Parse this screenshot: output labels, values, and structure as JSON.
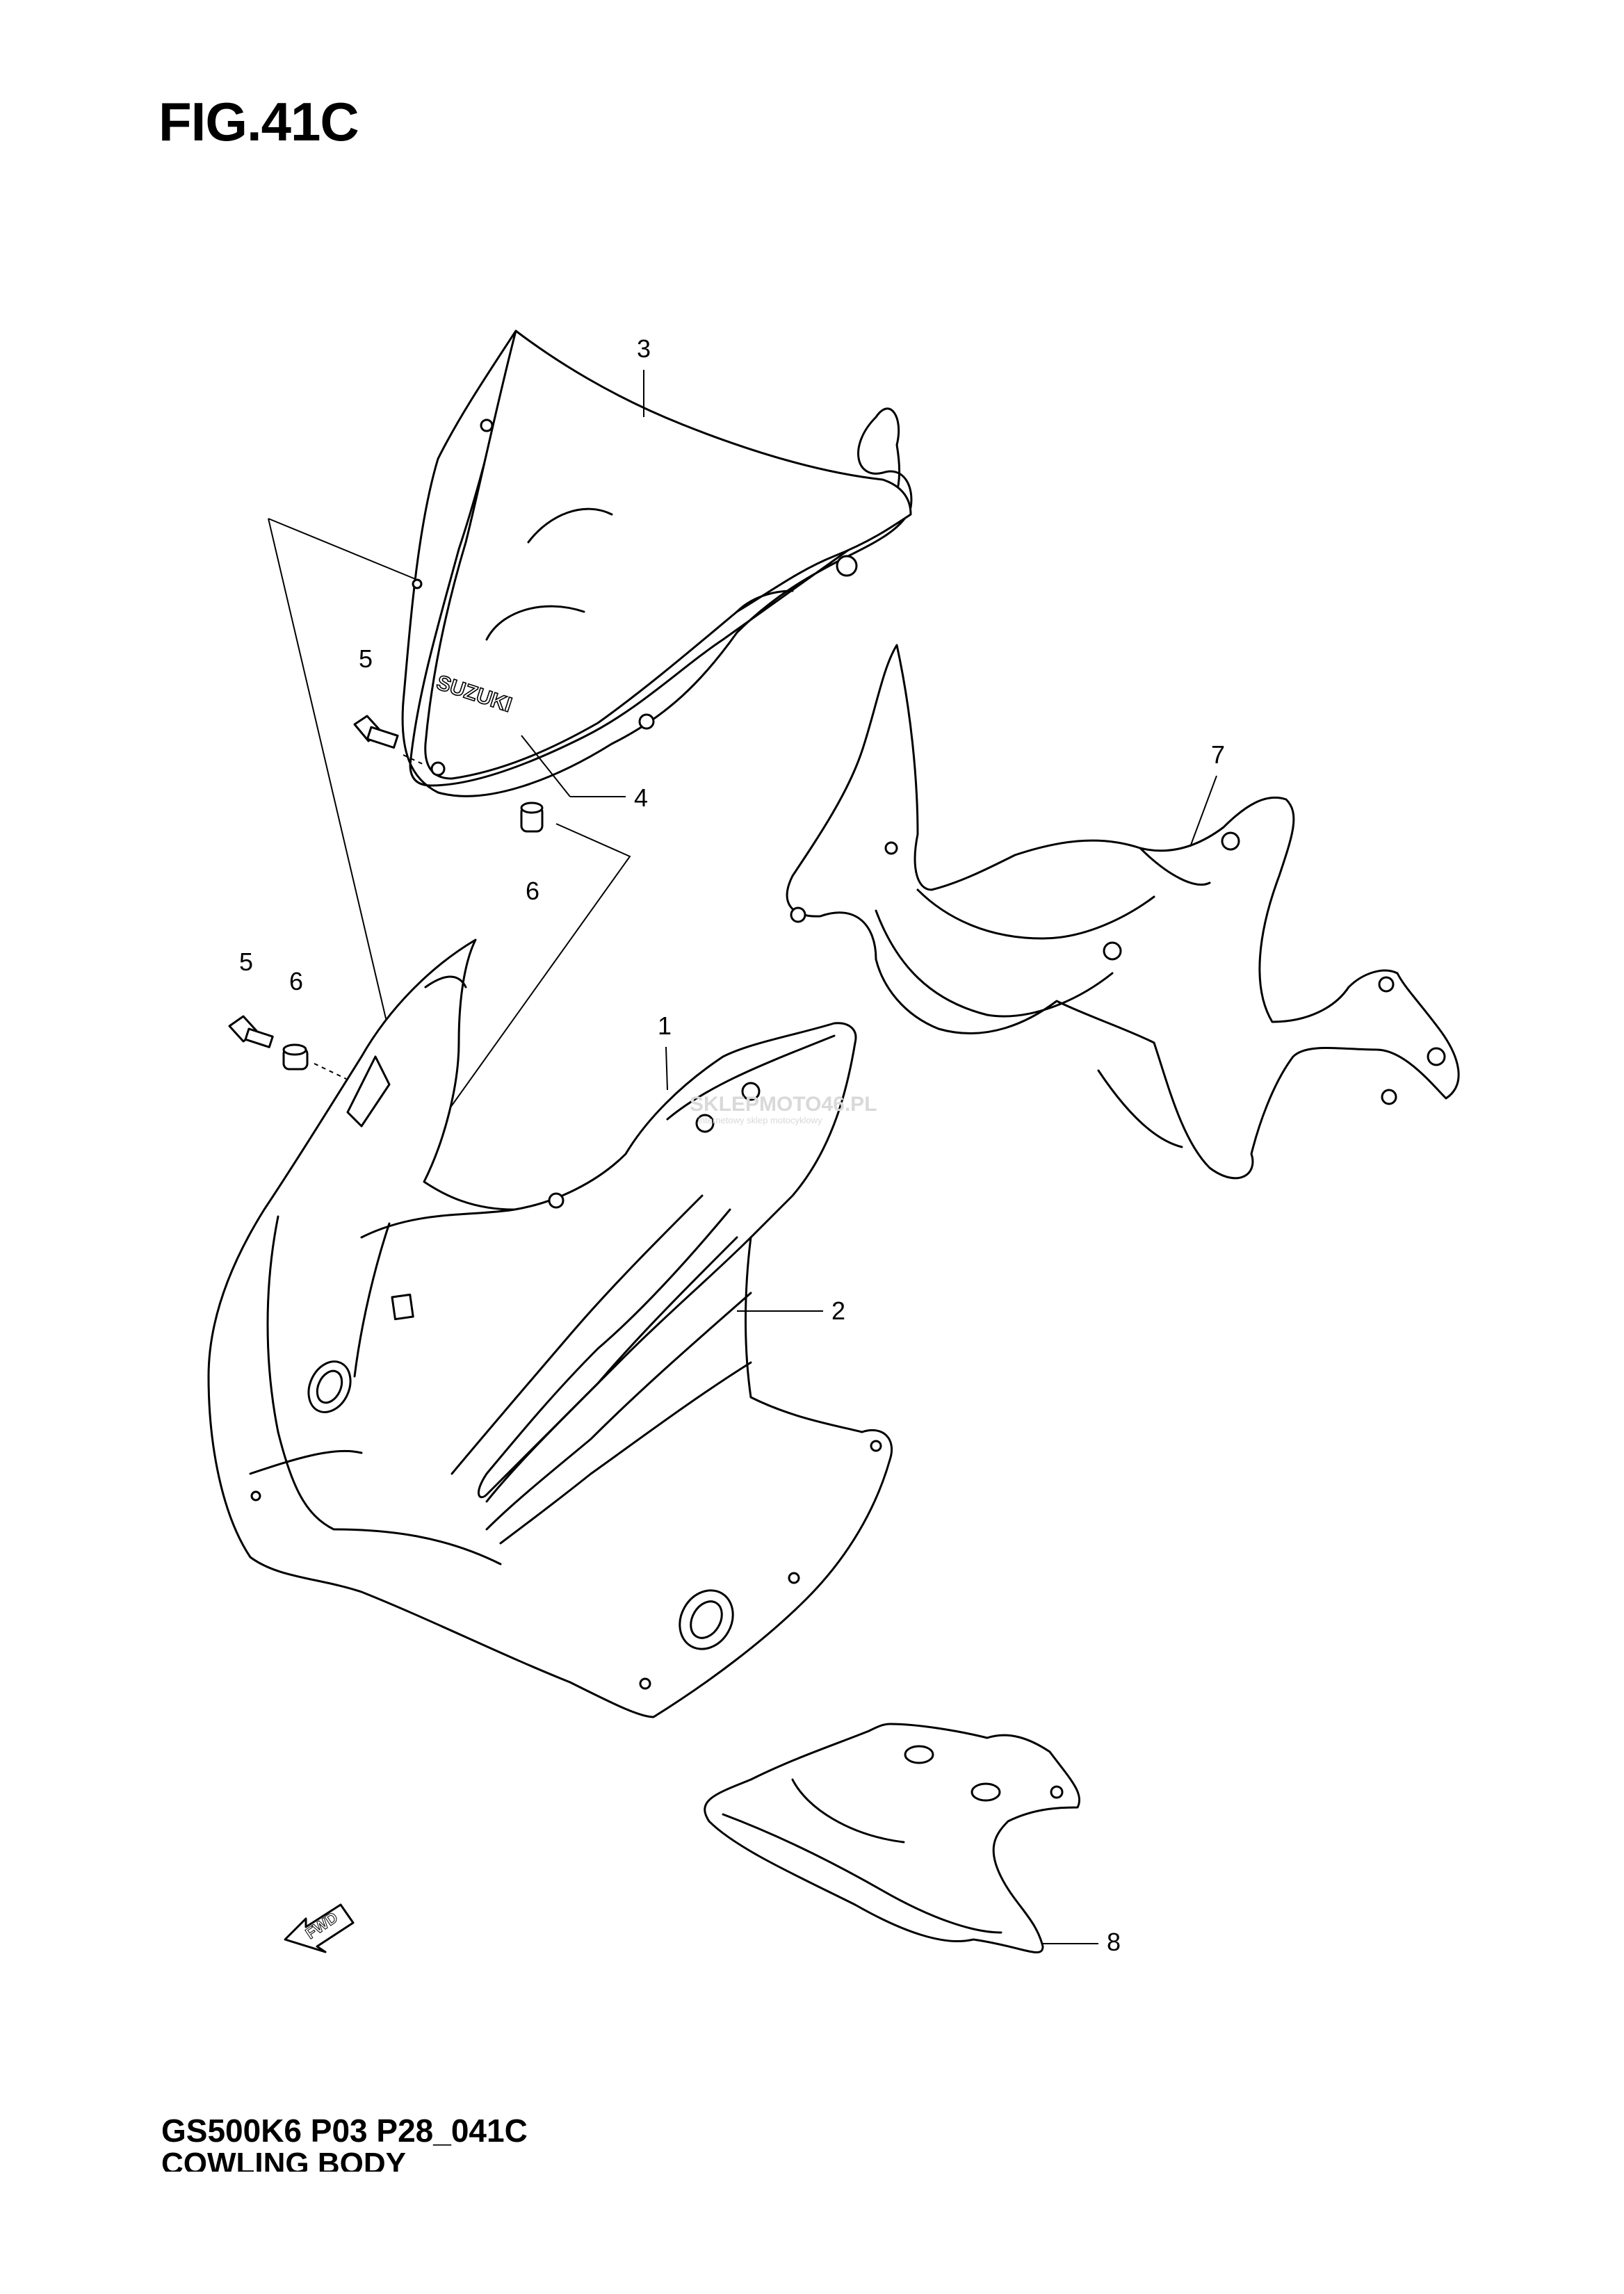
{
  "figure": {
    "title": "FIG.41C"
  },
  "footer": {
    "code": "GS500K6 P03 P28_041C",
    "name": "COWLING BODY"
  },
  "callouts": [
    {
      "number": "1",
      "part": "cowling-body"
    },
    {
      "number": "2",
      "part": "cowling-center-strip"
    },
    {
      "number": "3",
      "part": "windscreen"
    },
    {
      "number": "4",
      "part": "windscreen-decal"
    },
    {
      "number": "5",
      "part": "screw"
    },
    {
      "number": "6",
      "part": "nut"
    },
    {
      "number": "5",
      "part": "screw"
    },
    {
      "number": "6",
      "part": "nut"
    },
    {
      "number": "7",
      "part": "inner-cowling"
    },
    {
      "number": "8",
      "part": "under-cover"
    }
  ],
  "windscreen_logo": "SUZUKI",
  "direction_marker": "FWD",
  "watermark": {
    "brand_a": "SKLEPMOTO",
    "brand_b": "46",
    "brand_c": ".PL",
    "tagline": "internetowy sklep motocyklowy"
  },
  "colors": {
    "ink": "#000000",
    "paper": "#ffffff",
    "watermark": "#d9d9d9"
  }
}
